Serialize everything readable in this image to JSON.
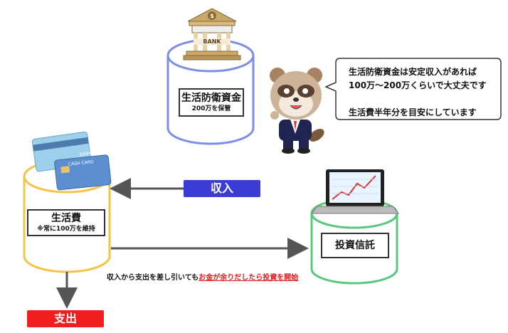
{
  "bank": {
    "sign": "BANK",
    "title": "生活防衛資金",
    "subtitle": "200万を保管"
  },
  "speech": {
    "line1": "生活防衛資金は安定収入があれば",
    "line2": "100万～200万くらいで大丈夫です",
    "line3": "生活費半年分を目安にしています"
  },
  "living": {
    "title": "生活費",
    "subtitle": "※常に100万を維持",
    "cards": {
      "card_front": "CASH CARD",
      "card_back_label": "BANK"
    }
  },
  "invest": {
    "title": "投資信託"
  },
  "tags": {
    "income": "収入",
    "expense": "支出"
  },
  "caption": {
    "plain": "収入から支出を差し引いても",
    "highlight": "お金が余りだしたら投資を開始"
  },
  "colors": {
    "blue_cylinder": "#7b8fe6",
    "yellow_cylinder": "#f6c445",
    "green_cylinder": "#57c87f",
    "income_tag": "#3b3bd6",
    "expense_tag": "#f01e1e",
    "arrow": "#555555",
    "highlight": "#e31b1b"
  }
}
